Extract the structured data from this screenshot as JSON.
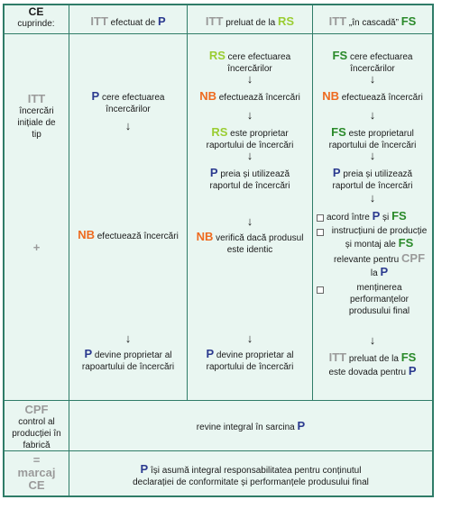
{
  "header": {
    "col0_title": "CE",
    "col0_sub": "cuprinde:",
    "col1": {
      "itt": "ITT",
      "text": "efectuat de",
      "p": "P"
    },
    "col2": {
      "itt": "ITT",
      "text": "preluat de la",
      "rs": "RS"
    },
    "col3": {
      "itt": "ITT",
      "text": "„în cascadă”",
      "fs": "FS"
    }
  },
  "rowlabels": {
    "itt": "ITT",
    "itt_lines": [
      "încercări",
      "inițiale de",
      "tip"
    ],
    "plus": "+",
    "cpf": "CPF",
    "cpf_lines": [
      "control al",
      "producției în",
      "fabrică"
    ],
    "eq": "=",
    "marcaj": "marcaj",
    "ce": "CE"
  },
  "col1": {
    "p1": "P",
    "p1_text_a": "cere efectuarea",
    "p1_text_b": "încercărilor",
    "nb": "NB",
    "nb_text": "efectuează încercări",
    "p2": "P",
    "p2_text_a": "devine proprietar al",
    "p2_text_b": "rapoartului de încercări"
  },
  "col2": {
    "rs1": "RS",
    "rs1_text_a": "cere efectuarea",
    "rs1_text_b": "încercărilor",
    "nb1": "NB",
    "nb1_text": "efectuează încercări",
    "rs2": "RS",
    "rs2_text_a": "este proprietar",
    "rs2_text_b": "raportului de  încercări",
    "p1": "P",
    "p1_text_a": "preia și utilizează",
    "p1_text_b": "raportul  de încercări",
    "nb2": "NB",
    "nb2_text_a": "verifică dacă produsul",
    "nb2_text_b": "este identic",
    "p2": "P",
    "p2_text_a": "devine proprietar al",
    "p2_text_b": "raportului de  încercări"
  },
  "col3": {
    "fs1": "FS",
    "fs1_text_a": "cere efectuarea",
    "fs1_text_b": "încercărilor",
    "nb": "NB",
    "nb_text": "efectuează încercări",
    "fs2": "FS",
    "fs2_text_a": "este proprietarul",
    "fs2_text_b": "raportului de  încercări",
    "p1": "P",
    "p1_text_a": "preia și utilizează",
    "p1_text_b": "raportul  de încercări",
    "acord": "acord între",
    "acord_p": "P",
    "acord_si": "și",
    "acord_fs": "FS",
    "instr_a": "instrucțiuni de producție",
    "instr_b": "și montaj ale",
    "instr_fs": "FS",
    "instr_c": "relevante pentru",
    "instr_cpf": "CPF",
    "instr_d": "la",
    "instr_p": "P",
    "ment_a": "menținerea",
    "ment_b": "performanțelor",
    "ment_c": "produsului final",
    "itt": "ITT",
    "itt_text": "preluat de la",
    "itt_fs": "FS",
    "dov_text": "este dovada pentru",
    "dov_p": "P"
  },
  "cpf_row": {
    "text": "revine integral în sarcina",
    "p": "P"
  },
  "marcaj_row": {
    "p": "P",
    "text_a": "își asumă integral responsabilitatea pentru conținutul",
    "text_b": "declarației de conformitate și performanțele produsului final"
  },
  "arrow": "↓"
}
